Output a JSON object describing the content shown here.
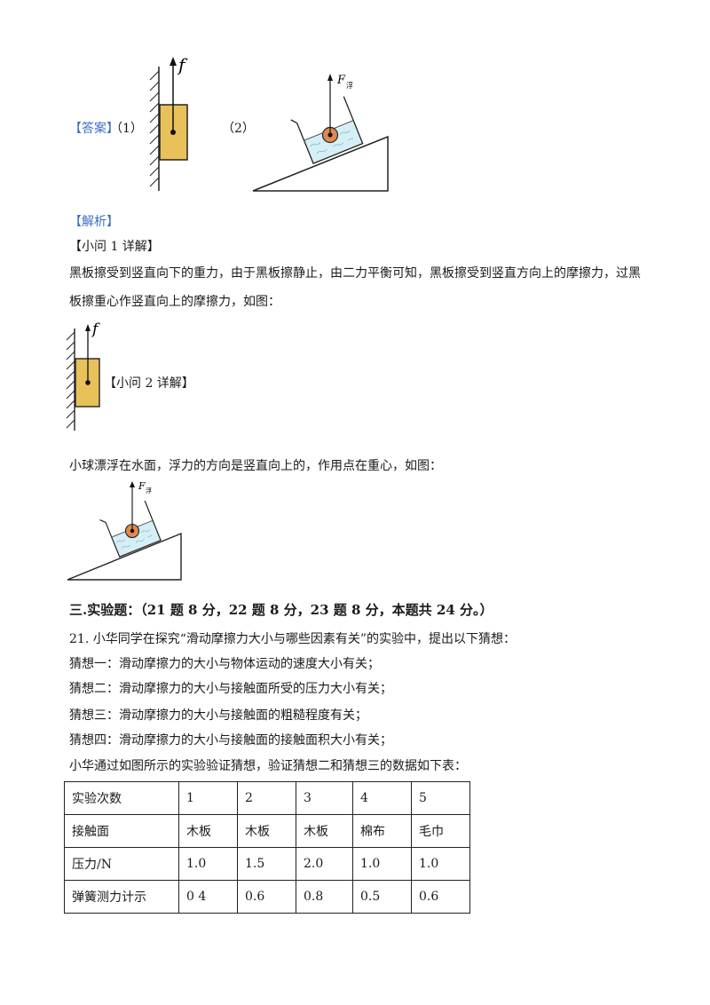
{
  "answer": {
    "label": "【答案】",
    "part1": "（1）",
    "part2": "（2）",
    "force_f": "f",
    "force_float": "F",
    "force_float_sub": "浮"
  },
  "analysis": {
    "label": "【解析】",
    "q1_title": "【小问 1 详解】",
    "q1_line1": "黑板擦受到竖直向下的重力，由于黑板擦静止，由二力平衡可知，黑板擦受到竖直方向上的摩擦力，过黑",
    "q1_line2": "板擦重心作竖直向上的摩擦力，如图：",
    "q2_title": "【小问 2 详解】",
    "q2_line1": "小球漂浮在水面，浮力的方向是竖直向上的，作用点在重心，如图："
  },
  "section": {
    "title": "三.实验题：（21 题 8 分，22 题 8 分，23 题 8 分，本题共 24 分。）"
  },
  "question21": {
    "intro": "21. 小华同学在探究“滑动摩擦力大小与哪些因素有关”的实验中，提出以下猜想：",
    "guesses": [
      "猜想一：滑动摩擦力的大小与物体运动的速度大小有关；",
      "猜想二：滑动摩擦力的大小与接触面所受的压力大小有关；",
      "猜想三：滑动摩擦力的大小与接触面的粗糙程度有关；",
      "猜想四：滑动摩擦力的大小与接触面的接触面积大小有关；"
    ],
    "table_intro": "小华通过如图所示的实验验证猜想，验证猜想二和猜想三的数据如下表："
  },
  "table": {
    "rows": [
      [
        "实验次数",
        "1",
        "2",
        "3",
        "4",
        "5"
      ],
      [
        "接触面",
        "木板",
        "木板",
        "木板",
        "棉布",
        "毛巾"
      ],
      [
        "压力/N",
        "1.0",
        "1.5",
        "2.0",
        "1.0",
        "1.0"
      ],
      [
        "弹簧测力计示",
        "0 4",
        "0.6",
        "0.8",
        "0.5",
        "0.6"
      ]
    ]
  },
  "colors": {
    "block_fill": "#e8c15a",
    "ball_fill": "#e08a50",
    "water_fill": "#d6eef6",
    "accent_blue": "#3b6fc2"
  }
}
